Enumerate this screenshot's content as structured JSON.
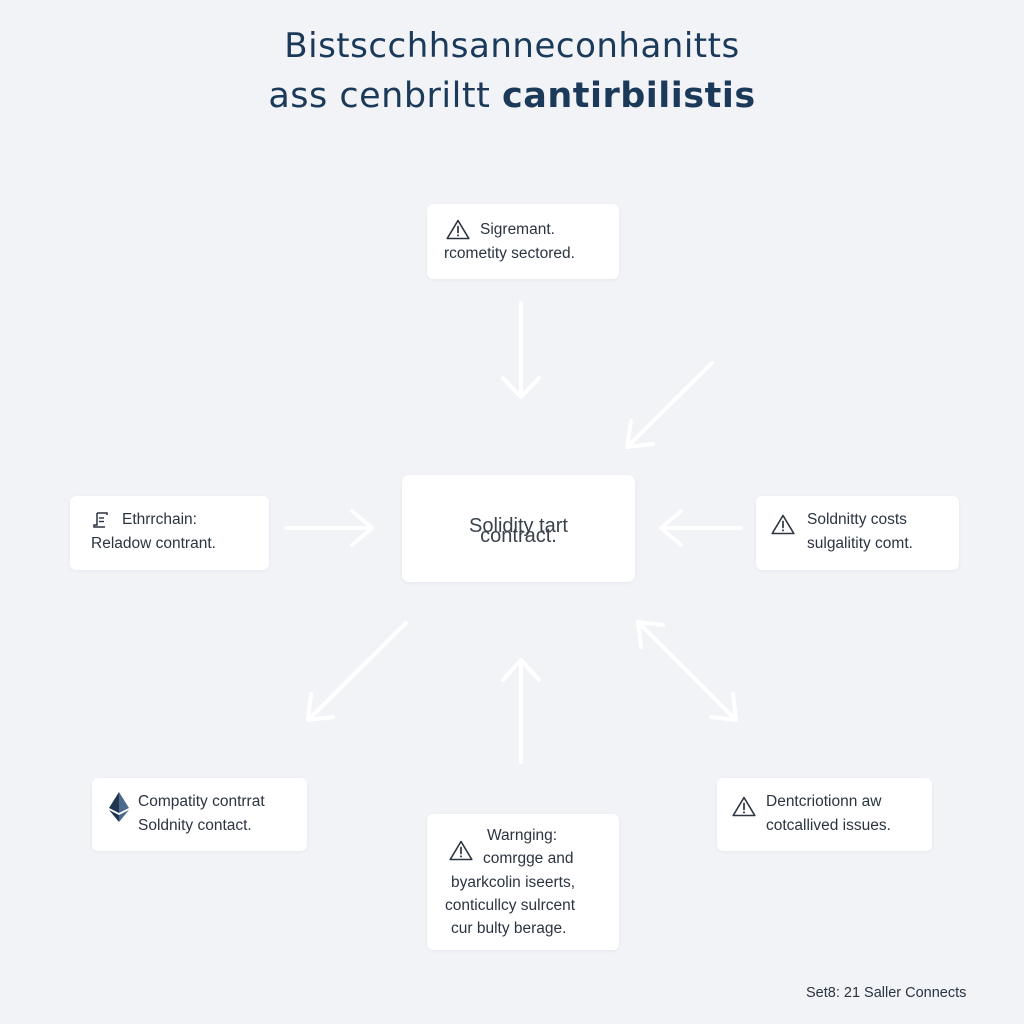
{
  "title": {
    "line1": "Bistscchhsanneconhanitts",
    "line2_regular": "ass cenbriltt ",
    "line2_bold": "cantirbilistis"
  },
  "center": {
    "line1": "Solidity tart",
    "line2": "contract."
  },
  "cards": {
    "top": {
      "icon": "warning-icon",
      "line1": "Sigremant.",
      "line2": "rcometity sectored."
    },
    "left": {
      "icon": "document-icon",
      "line1": "Ethrrchain:",
      "line2": "Reladow contrant."
    },
    "right": {
      "icon": "warning-icon",
      "line1": "Soldnitty costs",
      "line2": "sulgalitity comt."
    },
    "bottom_left": {
      "icon": "ethereum-icon",
      "line1": "Compatity contrrat",
      "line2": "Soldnity contact."
    },
    "bottom": {
      "icon": "warning-icon",
      "line1": "Warnging:",
      "line2": "comrgge and",
      "line3": "byarkcolin iseerts,",
      "line4": "conticullcy sulrcent",
      "line5": "cur bulty berage."
    },
    "bottom_right": {
      "icon": "warning-icon",
      "line1": "Dentcriotionn aw",
      "line2": "cotcallived issues."
    }
  },
  "footer": "Set8: 21 Saller Connects",
  "colors": {
    "background": "#f1f3f7",
    "title": "#1b3a5a",
    "card": "#ffffff",
    "text": "#2b3440",
    "arrow": "#ffffff",
    "ethereum_dark": "#1f3550",
    "ethereum_light": "#4b6a8c"
  }
}
